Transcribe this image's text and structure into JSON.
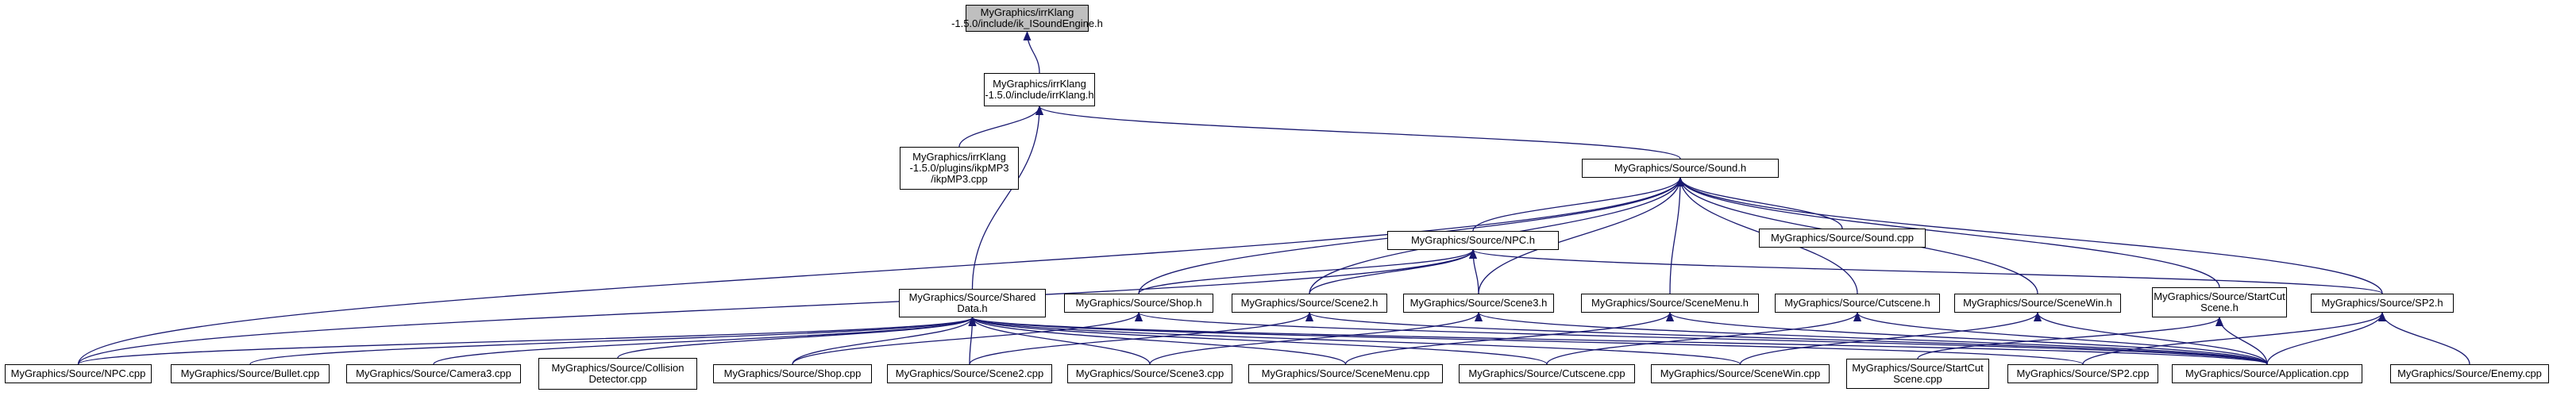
{
  "nodes": {
    "soundengine": "MyGraphics/irrKlang\n-1.5.0/include/ik_ISoundEngine.h",
    "irrklang": "MyGraphics/irrKlang\n-1.5.0/include/irrKlang.h",
    "ikpmp3": "MyGraphics/irrKlang\n-1.5.0/plugins/ikpMP3\n/ikpMP3.cpp",
    "sound_h": "MyGraphics/Source/Sound.h",
    "npc_h": "MyGraphics/Source/NPC.h",
    "sound_cpp": "MyGraphics/Source/Sound.cpp",
    "shareddata_h": "MyGraphics/Source/Shared\nData.h",
    "shop_h": "MyGraphics/Source/Shop.h",
    "scene2_h": "MyGraphics/Source/Scene2.h",
    "scene3_h": "MyGraphics/Source/Scene3.h",
    "scenemenu_h": "MyGraphics/Source/SceneMenu.h",
    "cutscene_h": "MyGraphics/Source/Cutscene.h",
    "scenewin_h": "MyGraphics/Source/SceneWin.h",
    "startcutscene_h": "MyGraphics/Source/StartCut\nScene.h",
    "sp2_h": "MyGraphics/Source/SP2.h",
    "npc_cpp": "MyGraphics/Source/NPC.cpp",
    "bullet_cpp": "MyGraphics/Source/Bullet.cpp",
    "camera3_cpp": "MyGraphics/Source/Camera3.cpp",
    "collision_cpp": "MyGraphics/Source/Collision\nDetector.cpp",
    "shop_cpp": "MyGraphics/Source/Shop.cpp",
    "scene2_cpp": "MyGraphics/Source/Scene2.cpp",
    "scene3_cpp": "MyGraphics/Source/Scene3.cpp",
    "scenemenu_cpp": "MyGraphics/Source/SceneMenu.cpp",
    "cutscene_cpp": "MyGraphics/Source/Cutscene.cpp",
    "scenewin_cpp": "MyGraphics/Source/SceneWin.cpp",
    "startcutscene_cpp": "MyGraphics/Source/StartCut\nScene.cpp",
    "sp2_cpp": "MyGraphics/Source/SP2.cpp",
    "application_cpp": "MyGraphics/Source/Application.cpp",
    "enemy_cpp": "MyGraphics/Source/Enemy.cpp"
  },
  "edges": [
    [
      "irrklang",
      "soundengine"
    ],
    [
      "ikpmp3",
      "irrklang"
    ],
    [
      "shareddata_h",
      "irrklang"
    ],
    [
      "sound_h",
      "irrklang"
    ],
    [
      "npc_h",
      "sound_h"
    ],
    [
      "sound_cpp",
      "sound_h"
    ],
    [
      "shop_h",
      "sound_h"
    ],
    [
      "scene2_h",
      "sound_h"
    ],
    [
      "scene3_h",
      "sound_h"
    ],
    [
      "scenemenu_h",
      "sound_h"
    ],
    [
      "cutscene_h",
      "sound_h"
    ],
    [
      "scenewin_h",
      "sound_h"
    ],
    [
      "startcutscene_h",
      "sound_h"
    ],
    [
      "sp2_h",
      "sound_h"
    ],
    [
      "shop_h",
      "npc_h"
    ],
    [
      "scene2_h",
      "npc_h"
    ],
    [
      "scene3_h",
      "npc_h"
    ],
    [
      "sp2_h",
      "npc_h"
    ],
    [
      "npc_cpp",
      "npc_h"
    ],
    [
      "npc_cpp",
      "sound_h"
    ],
    [
      "npc_cpp",
      "shareddata_h"
    ],
    [
      "bullet_cpp",
      "shareddata_h"
    ],
    [
      "camera3_cpp",
      "shareddata_h"
    ],
    [
      "collision_cpp",
      "shareddata_h"
    ],
    [
      "shop_cpp",
      "shareddata_h"
    ],
    [
      "scene2_cpp",
      "shareddata_h"
    ],
    [
      "scene3_cpp",
      "shareddata_h"
    ],
    [
      "scenemenu_cpp",
      "shareddata_h"
    ],
    [
      "cutscene_cpp",
      "shareddata_h"
    ],
    [
      "scenewin_cpp",
      "shareddata_h"
    ],
    [
      "application_cpp",
      "shareddata_h"
    ],
    [
      "sp2_cpp",
      "shareddata_h"
    ],
    [
      "shop_cpp",
      "shop_h"
    ],
    [
      "application_cpp",
      "shop_h"
    ],
    [
      "scene2_cpp",
      "scene2_h"
    ],
    [
      "application_cpp",
      "scene2_h"
    ],
    [
      "scene3_cpp",
      "scene3_h"
    ],
    [
      "application_cpp",
      "scene3_h"
    ],
    [
      "scenemenu_cpp",
      "scenemenu_h"
    ],
    [
      "application_cpp",
      "scenemenu_h"
    ],
    [
      "cutscene_cpp",
      "cutscene_h"
    ],
    [
      "application_cpp",
      "cutscene_h"
    ],
    [
      "scenewin_cpp",
      "scenewin_h"
    ],
    [
      "application_cpp",
      "scenewin_h"
    ],
    [
      "startcutscene_cpp",
      "startcutscene_h"
    ],
    [
      "application_cpp",
      "startcutscene_h"
    ],
    [
      "sp2_cpp",
      "sp2_h"
    ],
    [
      "application_cpp",
      "sp2_h"
    ],
    [
      "enemy_cpp",
      "sp2_h"
    ]
  ]
}
